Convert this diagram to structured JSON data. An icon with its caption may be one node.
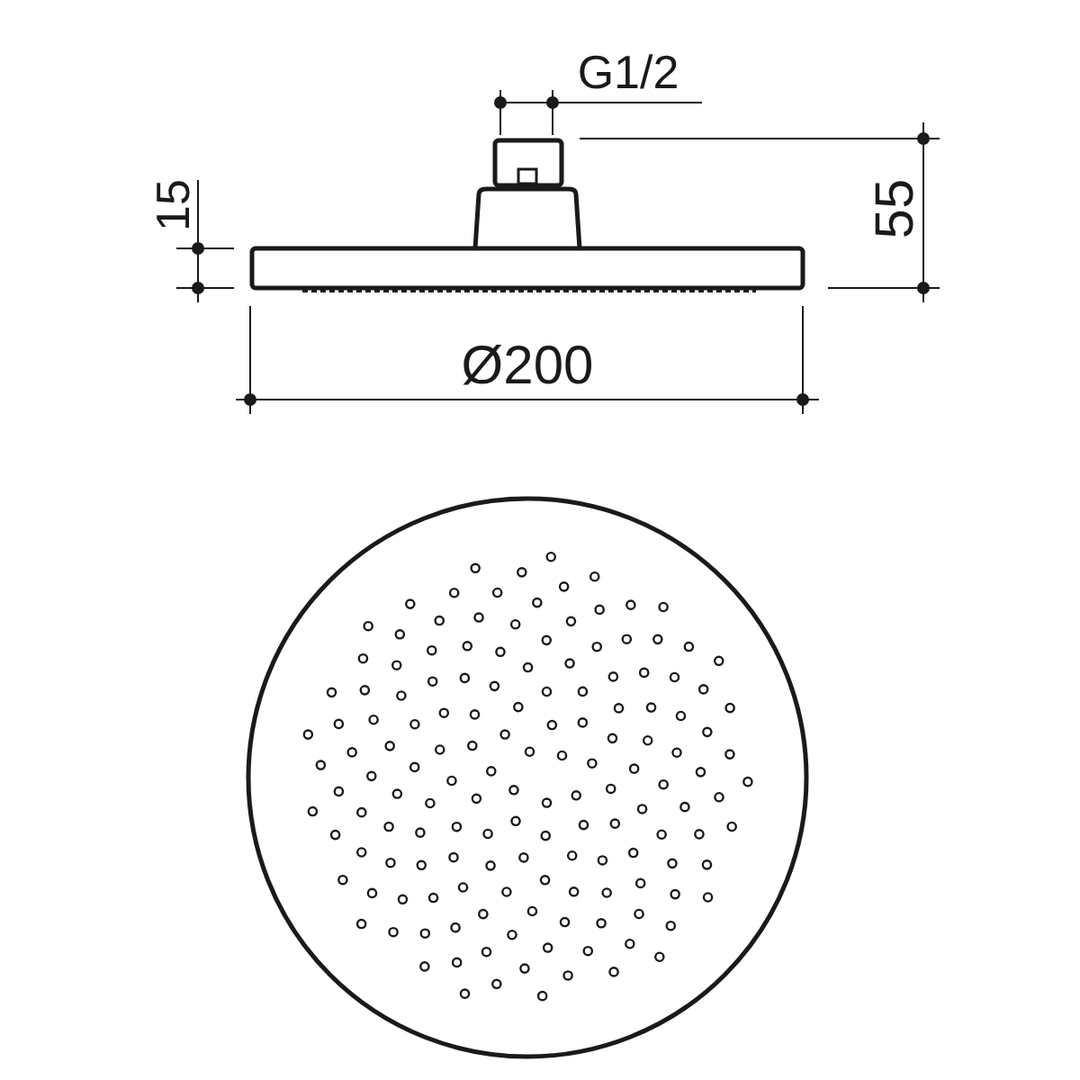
{
  "diagram": {
    "labels": [
      "G1/2",
      "15",
      "55",
      "Ø200"
    ]
  }
}
